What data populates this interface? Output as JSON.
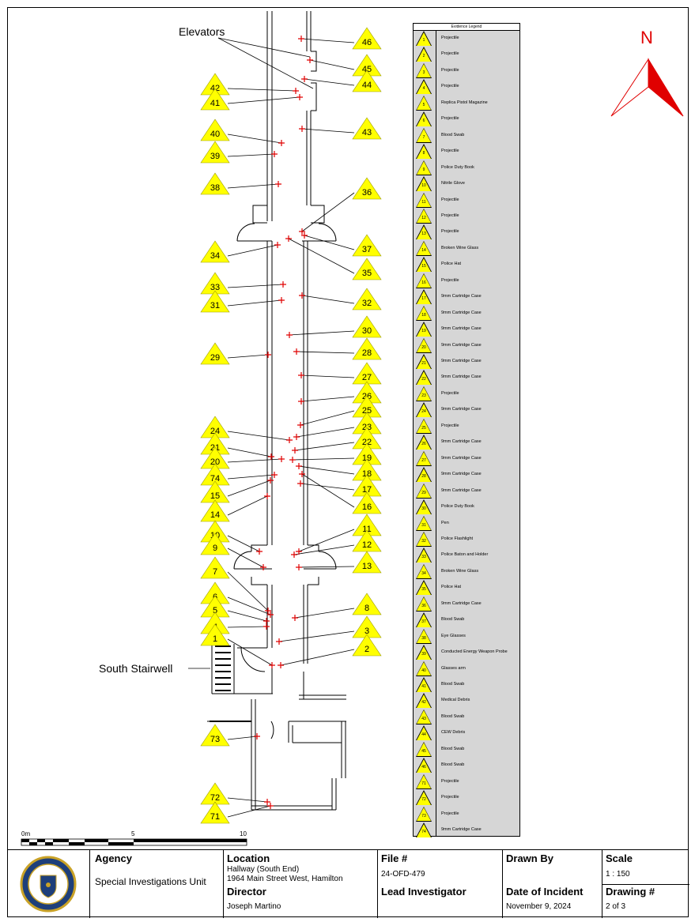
{
  "annotations": {
    "elevators": "Elevators",
    "south_stairwell": "South Stairwell"
  },
  "north_label": "N",
  "scale_bar": {
    "labels": [
      "0m",
      "5",
      "10"
    ]
  },
  "legend": {
    "title": "Evidence Legend",
    "items": [
      {
        "num": "1",
        "label": "Projectile"
      },
      {
        "num": "2",
        "label": "Projectile"
      },
      {
        "num": "3",
        "label": "Projectile"
      },
      {
        "num": "4",
        "label": "Projectile"
      },
      {
        "num": "5",
        "label": "Replica Pistol Magazine"
      },
      {
        "num": "6",
        "label": "Projectile"
      },
      {
        "num": "7",
        "label": "Blood Swab"
      },
      {
        "num": "8",
        "label": "Projectile"
      },
      {
        "num": "9",
        "label": "Police Duty Book"
      },
      {
        "num": "10",
        "label": "Nitrile Glove"
      },
      {
        "num": "11",
        "label": "Projectile"
      },
      {
        "num": "12",
        "label": "Projectile"
      },
      {
        "num": "13",
        "label": "Projectile"
      },
      {
        "num": "14",
        "label": "Broken Wine Glass"
      },
      {
        "num": "15",
        "label": "Police Hat"
      },
      {
        "num": "16",
        "label": "Projectile"
      },
      {
        "num": "17",
        "label": "9mm Cartridge Case"
      },
      {
        "num": "18",
        "label": "9mm Cartridge Case"
      },
      {
        "num": "19",
        "label": "9mm Cartridge Case"
      },
      {
        "num": "20",
        "label": "9mm Cartridge Case"
      },
      {
        "num": "21",
        "label": "9mm Cartridge Case"
      },
      {
        "num": "22",
        "label": "9mm Cartridge Case"
      },
      {
        "num": "23",
        "label": "Projectile"
      },
      {
        "num": "24",
        "label": "9mm Cartridge Case"
      },
      {
        "num": "25",
        "label": "Projectile"
      },
      {
        "num": "26",
        "label": "9mm Cartridge Case"
      },
      {
        "num": "27",
        "label": "9mm Cartridge Case"
      },
      {
        "num": "28",
        "label": "9mm Cartridge Case"
      },
      {
        "num": "29",
        "label": "9mm Cartridge Case"
      },
      {
        "num": "30",
        "label": "Police Duty Book"
      },
      {
        "num": "31",
        "label": "Pen"
      },
      {
        "num": "32",
        "label": "Police Flashlight"
      },
      {
        "num": "33",
        "label": "Police Baton and Holder"
      },
      {
        "num": "34",
        "label": "Broken Wine Glass"
      },
      {
        "num": "35",
        "label": "Police Hat"
      },
      {
        "num": "36",
        "label": "9mm Cartridge Case"
      },
      {
        "num": "37",
        "label": "Blood Swab"
      },
      {
        "num": "38",
        "label": "Eye Glasses"
      },
      {
        "num": "39",
        "label": "Conducted Energy Weapon Probe"
      },
      {
        "num": "40",
        "label": "Glasses arm"
      },
      {
        "num": "41",
        "label": "Blood Swab"
      },
      {
        "num": "42",
        "label": "Medical Debris"
      },
      {
        "num": "43",
        "label": "Blood Swab"
      },
      {
        "num": "44",
        "label": "CEW Debris"
      },
      {
        "num": "45",
        "label": "Blood Swab"
      },
      {
        "num": "46",
        "label": "Blood Swab"
      },
      {
        "num": "71",
        "label": "Projectile"
      },
      {
        "num": "72",
        "label": "Projectile"
      },
      {
        "num": "73",
        "label": "Projectile"
      },
      {
        "num": "74",
        "label": "9mm Cartridge Case"
      }
    ]
  },
  "markers": [
    {
      "num": "46",
      "side": "R"
    },
    {
      "num": "45",
      "side": "R"
    },
    {
      "num": "44",
      "side": "R"
    },
    {
      "num": "42",
      "side": "L"
    },
    {
      "num": "41",
      "side": "L"
    },
    {
      "num": "43",
      "side": "R"
    },
    {
      "num": "40",
      "side": "L"
    },
    {
      "num": "39",
      "side": "L"
    },
    {
      "num": "38",
      "side": "L"
    },
    {
      "num": "36",
      "side": "R"
    },
    {
      "num": "34",
      "side": "L"
    },
    {
      "num": "37",
      "side": "R"
    },
    {
      "num": "35",
      "side": "R"
    },
    {
      "num": "33",
      "side": "L"
    },
    {
      "num": "31",
      "side": "L"
    },
    {
      "num": "32",
      "side": "R"
    },
    {
      "num": "30",
      "side": "R"
    },
    {
      "num": "29",
      "side": "L"
    },
    {
      "num": "28",
      "side": "R"
    },
    {
      "num": "27",
      "side": "R"
    },
    {
      "num": "26",
      "side": "R"
    },
    {
      "num": "25",
      "side": "R"
    },
    {
      "num": "24",
      "side": "L"
    },
    {
      "num": "23",
      "side": "R"
    },
    {
      "num": "22",
      "side": "R"
    },
    {
      "num": "21",
      "side": "L"
    },
    {
      "num": "19",
      "side": "R"
    },
    {
      "num": "20",
      "side": "L"
    },
    {
      "num": "18",
      "side": "R"
    },
    {
      "num": "74",
      "side": "L"
    },
    {
      "num": "17",
      "side": "R"
    },
    {
      "num": "15",
      "side": "L"
    },
    {
      "num": "16",
      "side": "R"
    },
    {
      "num": "14",
      "side": "L"
    },
    {
      "num": "11",
      "side": "R"
    },
    {
      "num": "10",
      "side": "L"
    },
    {
      "num": "12",
      "side": "R"
    },
    {
      "num": "9",
      "side": "L"
    },
    {
      "num": "13",
      "side": "R"
    },
    {
      "num": "7",
      "side": "L"
    },
    {
      "num": "6",
      "side": "L"
    },
    {
      "num": "8",
      "side": "R"
    },
    {
      "num": "5",
      "side": "L"
    },
    {
      "num": "4",
      "side": "L"
    },
    {
      "num": "3",
      "side": "R"
    },
    {
      "num": "1",
      "side": "L"
    },
    {
      "num": "2",
      "side": "R"
    },
    {
      "num": "73",
      "side": "L"
    },
    {
      "num": "72",
      "side": "L"
    },
    {
      "num": "71",
      "side": "L"
    }
  ],
  "title_block": {
    "agency_heading": "Agency",
    "agency_value": "Special Investigations Unit",
    "location_heading": "Location",
    "location_line1": "Hallway (South End)",
    "location_line2": "1964 Main Street West, Hamilton",
    "director_heading": "Director",
    "director_value": "Joseph Martino",
    "file_heading": "File #",
    "file_value": "24-OFD-479",
    "lead_heading": "Lead Investigator",
    "lead_value": "",
    "drawn_heading": "Drawn By",
    "drawn_value": "",
    "date_heading": "Date of Incident",
    "date_value": "November 9, 2024",
    "scale_heading": "Scale",
    "scale_value": "1 : 150",
    "drawing_heading": "Drawing #",
    "drawing_value": "2 of 3"
  },
  "colors": {
    "marker_fill": "#ffff00",
    "evidence_cross": "#e00000",
    "north_arrow": "#e00000",
    "legend_bg": "#d6d6d6",
    "seal_blue": "#1e3f7a",
    "seal_gold": "#c9a227"
  }
}
